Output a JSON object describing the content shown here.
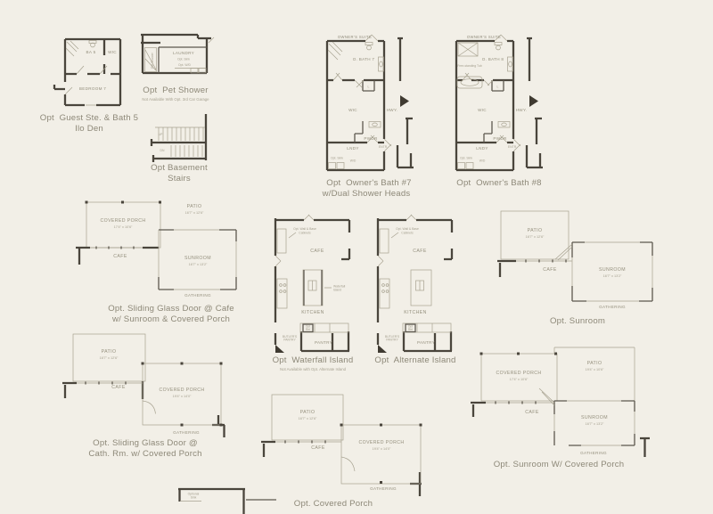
{
  "canvas": {
    "bg": "#f2efe7",
    "wall": "#4a453c",
    "thin": "#a7a290",
    "label": "#95907e",
    "caption": "#8d8878"
  },
  "guest": {
    "caption1": "Opt  Guest Ste. & Bath 5",
    "caption2": "Ilo Den",
    "ba5": "BA 5",
    "wic": "WIC",
    "bedroom": "BEDROOM 7"
  },
  "pet": {
    "caption": "Opt  Pet Shower",
    "note": "Not Available With Opt. 3rd Car Garage",
    "laundry": "LAUNDRY",
    "opt_sink": "Opt. Sink",
    "opt_wd": "Opt. W/D",
    "vertical": "Pet Shower"
  },
  "stairs": {
    "caption1": "Opt Basement",
    "caption2": "Stairs",
    "up": "UP",
    "dn": "DN"
  },
  "bath7": {
    "caption1": "Opt  Owner's Bath #7",
    "caption2": "w/Dual Shower Heads",
    "suite": "OWNER'S SUITE",
    "bath": "O. BATH 7",
    "wic": "WIC",
    "hwy": "HWY.",
    "pwdr": "PWDR",
    "lndy": "LNDY",
    "entr": "ENTR.",
    "linen": "L",
    "opt_sink": "Opt. Sink",
    "wd": "W/D"
  },
  "bath8": {
    "caption": "Opt  Owner's Bath #8",
    "suite": "OWNER'S SUITE",
    "bath": "O. BATH 8",
    "tub": "Free-standing Tub",
    "wic": "WIC",
    "hwy": "HWY.",
    "pwdr": "PWDR",
    "lndy": "LNDY",
    "entr": "ENTR.",
    "linen": "L",
    "opt_sink": "Opt. Sink",
    "wd": "W/D"
  },
  "cafe_sunroom": {
    "caption1": "Opt. Sliding Glass Door @ Cafe",
    "caption2": "w/ Sunroom & Covered Porch",
    "porch": "COVERED PORCH",
    "porch_dims": "17'4\" x 10'6\"",
    "patio": "PATIO",
    "patio_dims": "16'7\" x 12'6\"",
    "cafe": "CAFE",
    "sunroom": "SUNROOM",
    "sunroom_dims": "16'7\" x 13'2\"",
    "gathering": "GATHERING"
  },
  "waterfall": {
    "caption": "Opt  Waterfall Island",
    "note": "Not Available with Opt. Alternate Island",
    "cabinets1": "Opt. Wall & Base",
    "cabinets2": "Cabinets",
    "cafe": "CAFE",
    "island1": "Waterfall",
    "island2": "Island",
    "kitchen": "KITCHEN",
    "ref1": "Opt",
    "ref2": "Ref",
    "butlers1": "BUTLER'S",
    "butlers2": "PANTRY",
    "pantry": "PANTRY"
  },
  "alternate": {
    "caption": "Opt  Alternate Island",
    "cabinets1": "Opt. Wall & Base",
    "cabinets2": "Cabinets",
    "cafe": "CAFE",
    "kitchen": "KITCHEN",
    "ref1": "Opt",
    "ref2": "Ref",
    "butlers1": "BUTLER'S",
    "butlers2": "PANTRY",
    "pantry": "PANTRY"
  },
  "sunroom": {
    "caption": "Opt. Sunroom",
    "patio": "PATIO",
    "patio_dims": "16'7\" x 12'6\"",
    "cafe": "CAFE",
    "sunroom": "SUNROOM",
    "sunroom_dims": "16'7\" x 13'2\"",
    "gathering": "GATHERING"
  },
  "cath": {
    "caption1": "Opt. Sliding Glass Door @",
    "caption2": "Cath. Rm. w/ Covered Porch",
    "patio": "PATIO",
    "patio_dims": "16'7\" x 12'6\"",
    "cafe": "CAFE",
    "porch": "COVERED PORCH",
    "porch_dims": "19'4\" x 14'0\"",
    "gathering": "GATHERING"
  },
  "porch": {
    "caption": "Opt. Covered Porch",
    "patio": "PATIO",
    "patio_dims": "16'7\" x 12'6\"",
    "cafe": "CAFE",
    "porch": "COVERED PORCH",
    "porch_dims": "19'4\" x 14'0\"",
    "gathering": "GATHERING"
  },
  "sunroom_porch": {
    "caption": "Opt. Sunroom W/ Covered Porch",
    "porch": "COVERED PORCH",
    "porch_dims": "17'4\" x 10'6\"",
    "patio": "PATIO",
    "patio_dims": "19'4\" x 10'6\"",
    "cafe": "CAFE",
    "sunroom": "SUNROOM",
    "sunroom_dims": "16'7\" x 13'2\"",
    "gathering": "GATHERING"
  },
  "partial": {
    "label1": "Optional",
    "label2": "Sink"
  }
}
